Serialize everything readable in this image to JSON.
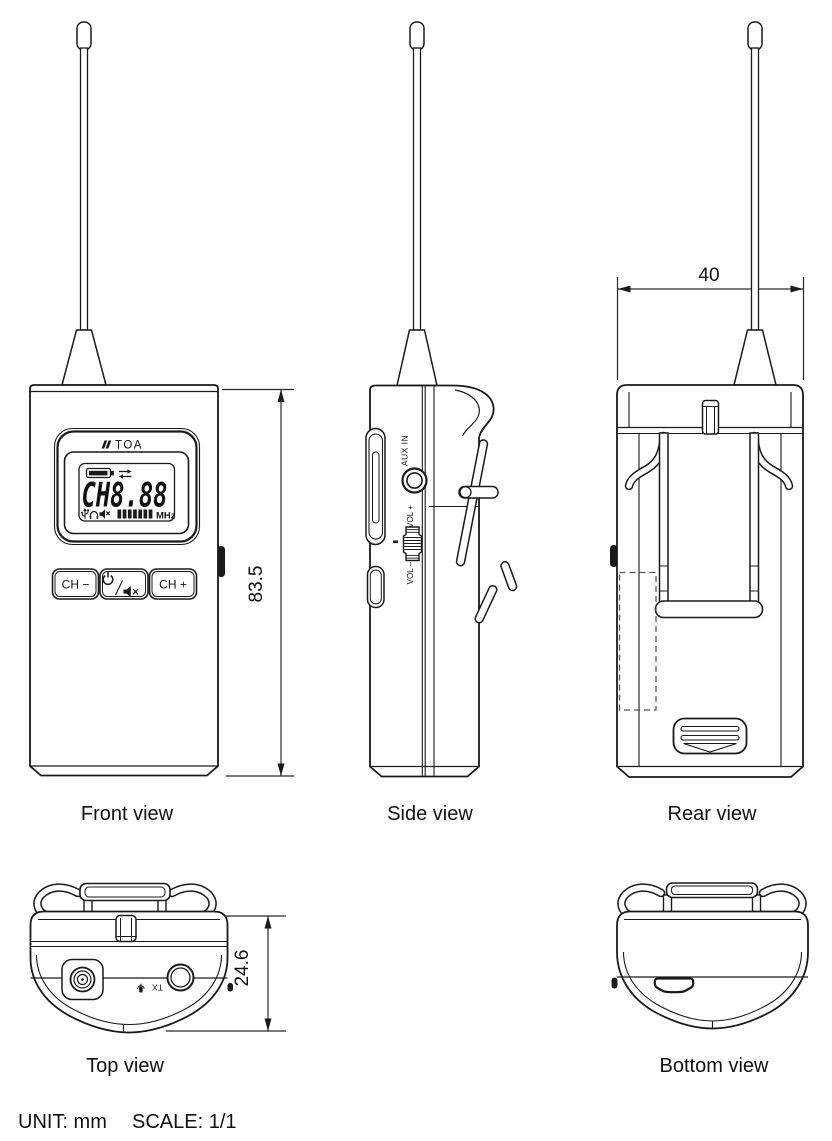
{
  "views": {
    "front": {
      "label": "Front view"
    },
    "side": {
      "label": "Side view"
    },
    "rear": {
      "label": "Rear view"
    },
    "top": {
      "label": "Top view"
    },
    "bottom": {
      "label": "Bottom view"
    }
  },
  "device": {
    "brand": "TOA",
    "display": {
      "channel": "CH8.88",
      "unit": "MHz",
      "icons": [
        "battery-icon",
        "transfer-arrows-icon",
        "usb-icon",
        "headset-icon",
        "mute-icon",
        "signal-bars-icon"
      ]
    },
    "buttons": {
      "ch_down": "CH −",
      "power_mute": "power-mute-icon",
      "ch_up": "CH +"
    },
    "side_labels": {
      "aux_in": "AUX IN",
      "vol_up": "VOL +",
      "vol_down": "VOL −"
    },
    "top_labels": {
      "tx": "TX"
    }
  },
  "dimensions": {
    "height": "83.5",
    "width": "40",
    "depth": "24.6"
  },
  "footer": {
    "unit": "UNIT: mm",
    "scale": "SCALE: 1/1"
  },
  "colors": {
    "line": "#1a1a1a",
    "background": "#ffffff"
  }
}
